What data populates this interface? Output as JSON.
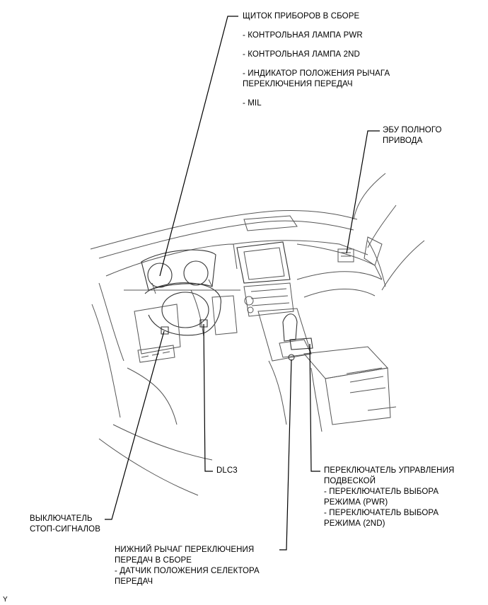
{
  "labels": {
    "combination_meter": {
      "title": "ЩИТОК ПРИБОРОВ В СБОРЕ",
      "items": [
        "- КОНТРОЛЬНАЯ ЛАМПА PWR",
        "- КОНТРОЛЬНАЯ ЛАМПА 2ND",
        "- ИНДИКАТОР ПОЛОЖЕНИЯ РЫЧАГА",
        "ПЕРЕКЛЮЧЕНИЯ ПЕРЕДАЧ",
        "- MIL"
      ]
    },
    "ecu_4wd": [
      "ЭБУ ПОЛНОГО",
      "ПРИВОДА"
    ],
    "dlc3": "DLC3",
    "suspension_switch": [
      "ПЕРЕКЛЮЧАТЕЛЬ УПРАВЛЕНИЯ",
      "ПОДВЕСКОЙ",
      "- ПЕРЕКЛЮЧАТЕЛЬ ВЫБОРА",
      "РЕЖИМА (PWR)",
      "- ПЕРЕКЛЮЧАТЕЛЬ ВЫБОРА",
      "РЕЖИМА (2ND)"
    ],
    "stop_light_switch": [
      "ВЫКЛЮЧАТЕЛЬ",
      "СТОП-СИГНАЛОВ"
    ],
    "shift_lever": [
      "НИЖНИЙ РЫЧАГ ПЕРЕКЛЮЧЕНИЯ",
      "ПЕРЕДАЧ В СБОРЕ",
      "- ДАТЧИК ПОЛОЖЕНИЯ СЕЛЕКТОРА",
      "ПЕРЕДАЧ"
    ],
    "corner_mark": "Y"
  }
}
